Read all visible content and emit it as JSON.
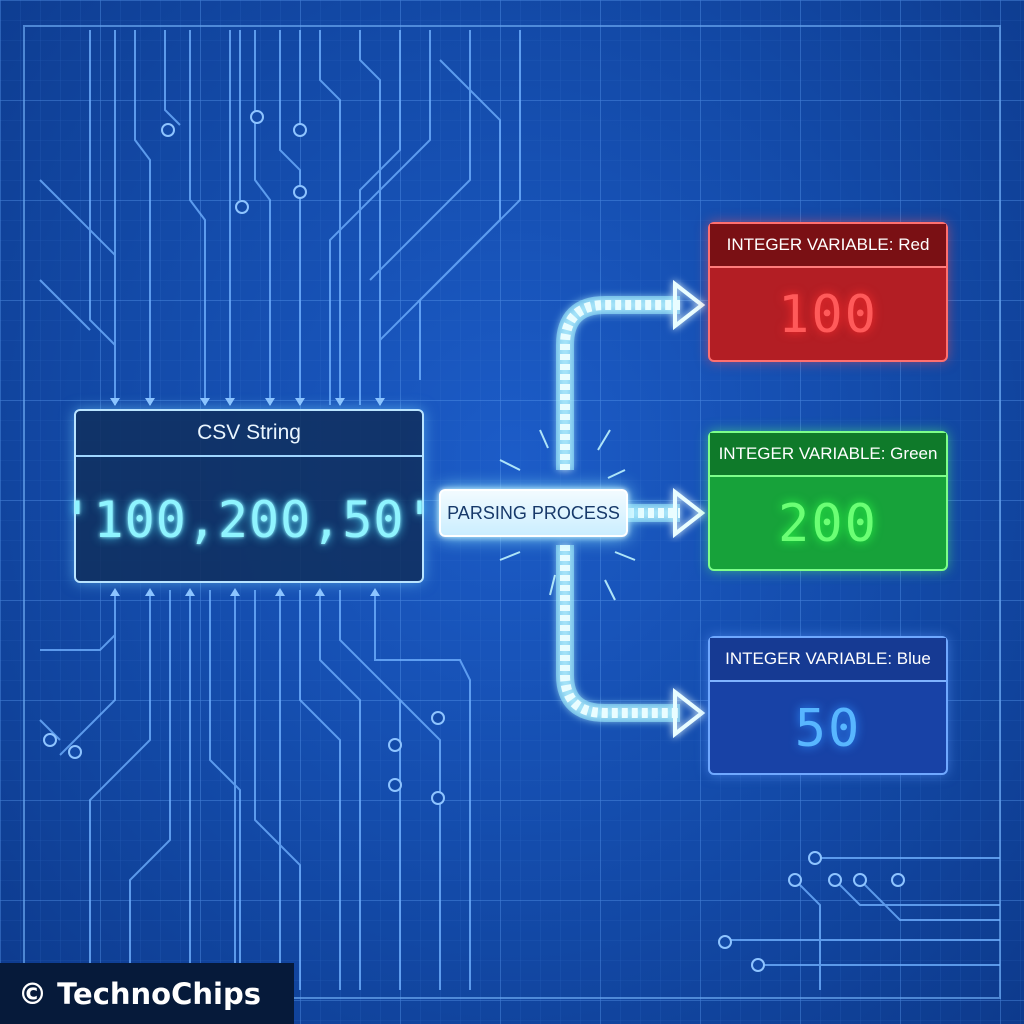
{
  "csv": {
    "header": "CSV String",
    "value": "'100,200,50'"
  },
  "process": {
    "label": "PARSING PROCESS"
  },
  "variables": [
    {
      "header": "INTEGER VARIABLE: Red",
      "value": "100",
      "color": "#d32f2f"
    },
    {
      "header": "INTEGER VARIABLE: Green",
      "value": "200",
      "color": "#2fbf4a"
    },
    {
      "header": "INTEGER VARIABLE: Blue",
      "value": "50",
      "color": "#1f4fb8"
    }
  ],
  "credit": {
    "text": "© TechnoChips"
  },
  "colors": {
    "background": "#134aa8",
    "grid": "#4f8fe0",
    "glow": "#8fe6ff"
  }
}
